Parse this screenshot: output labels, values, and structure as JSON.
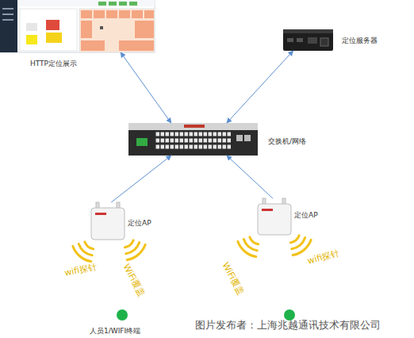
{
  "diagram": {
    "nodes": [
      {
        "text": [
          "HTTP定位展示"
        ]
      },
      {
        "text": [
          "定位服务器"
        ]
      },
      {
        "text": [
          "交换机/网络"
        ]
      },
      {
        "text": [
          "定位AP"
        ]
      },
      {
        "text": [
          "定位AP"
        ]
      },
      {
        "text": [
          "人员1/WIFI终端"
        ]
      }
    ],
    "edges": [
      {
        "from": 0,
        "to": 2,
        "arrow": "both"
      },
      {
        "from": 1,
        "to": 2,
        "arrow": "both"
      },
      {
        "from": 3,
        "to": 2,
        "arrow": "to"
      },
      {
        "from": 4,
        "to": 2,
        "arrow": "to"
      }
    ],
    "labels": [
      "wifi探针",
      "WiFi覆盖",
      "WiFi覆盖",
      "wifi探针",
      "图片发布者：上海兆越通讯技术有限公司"
    ]
  }
}
